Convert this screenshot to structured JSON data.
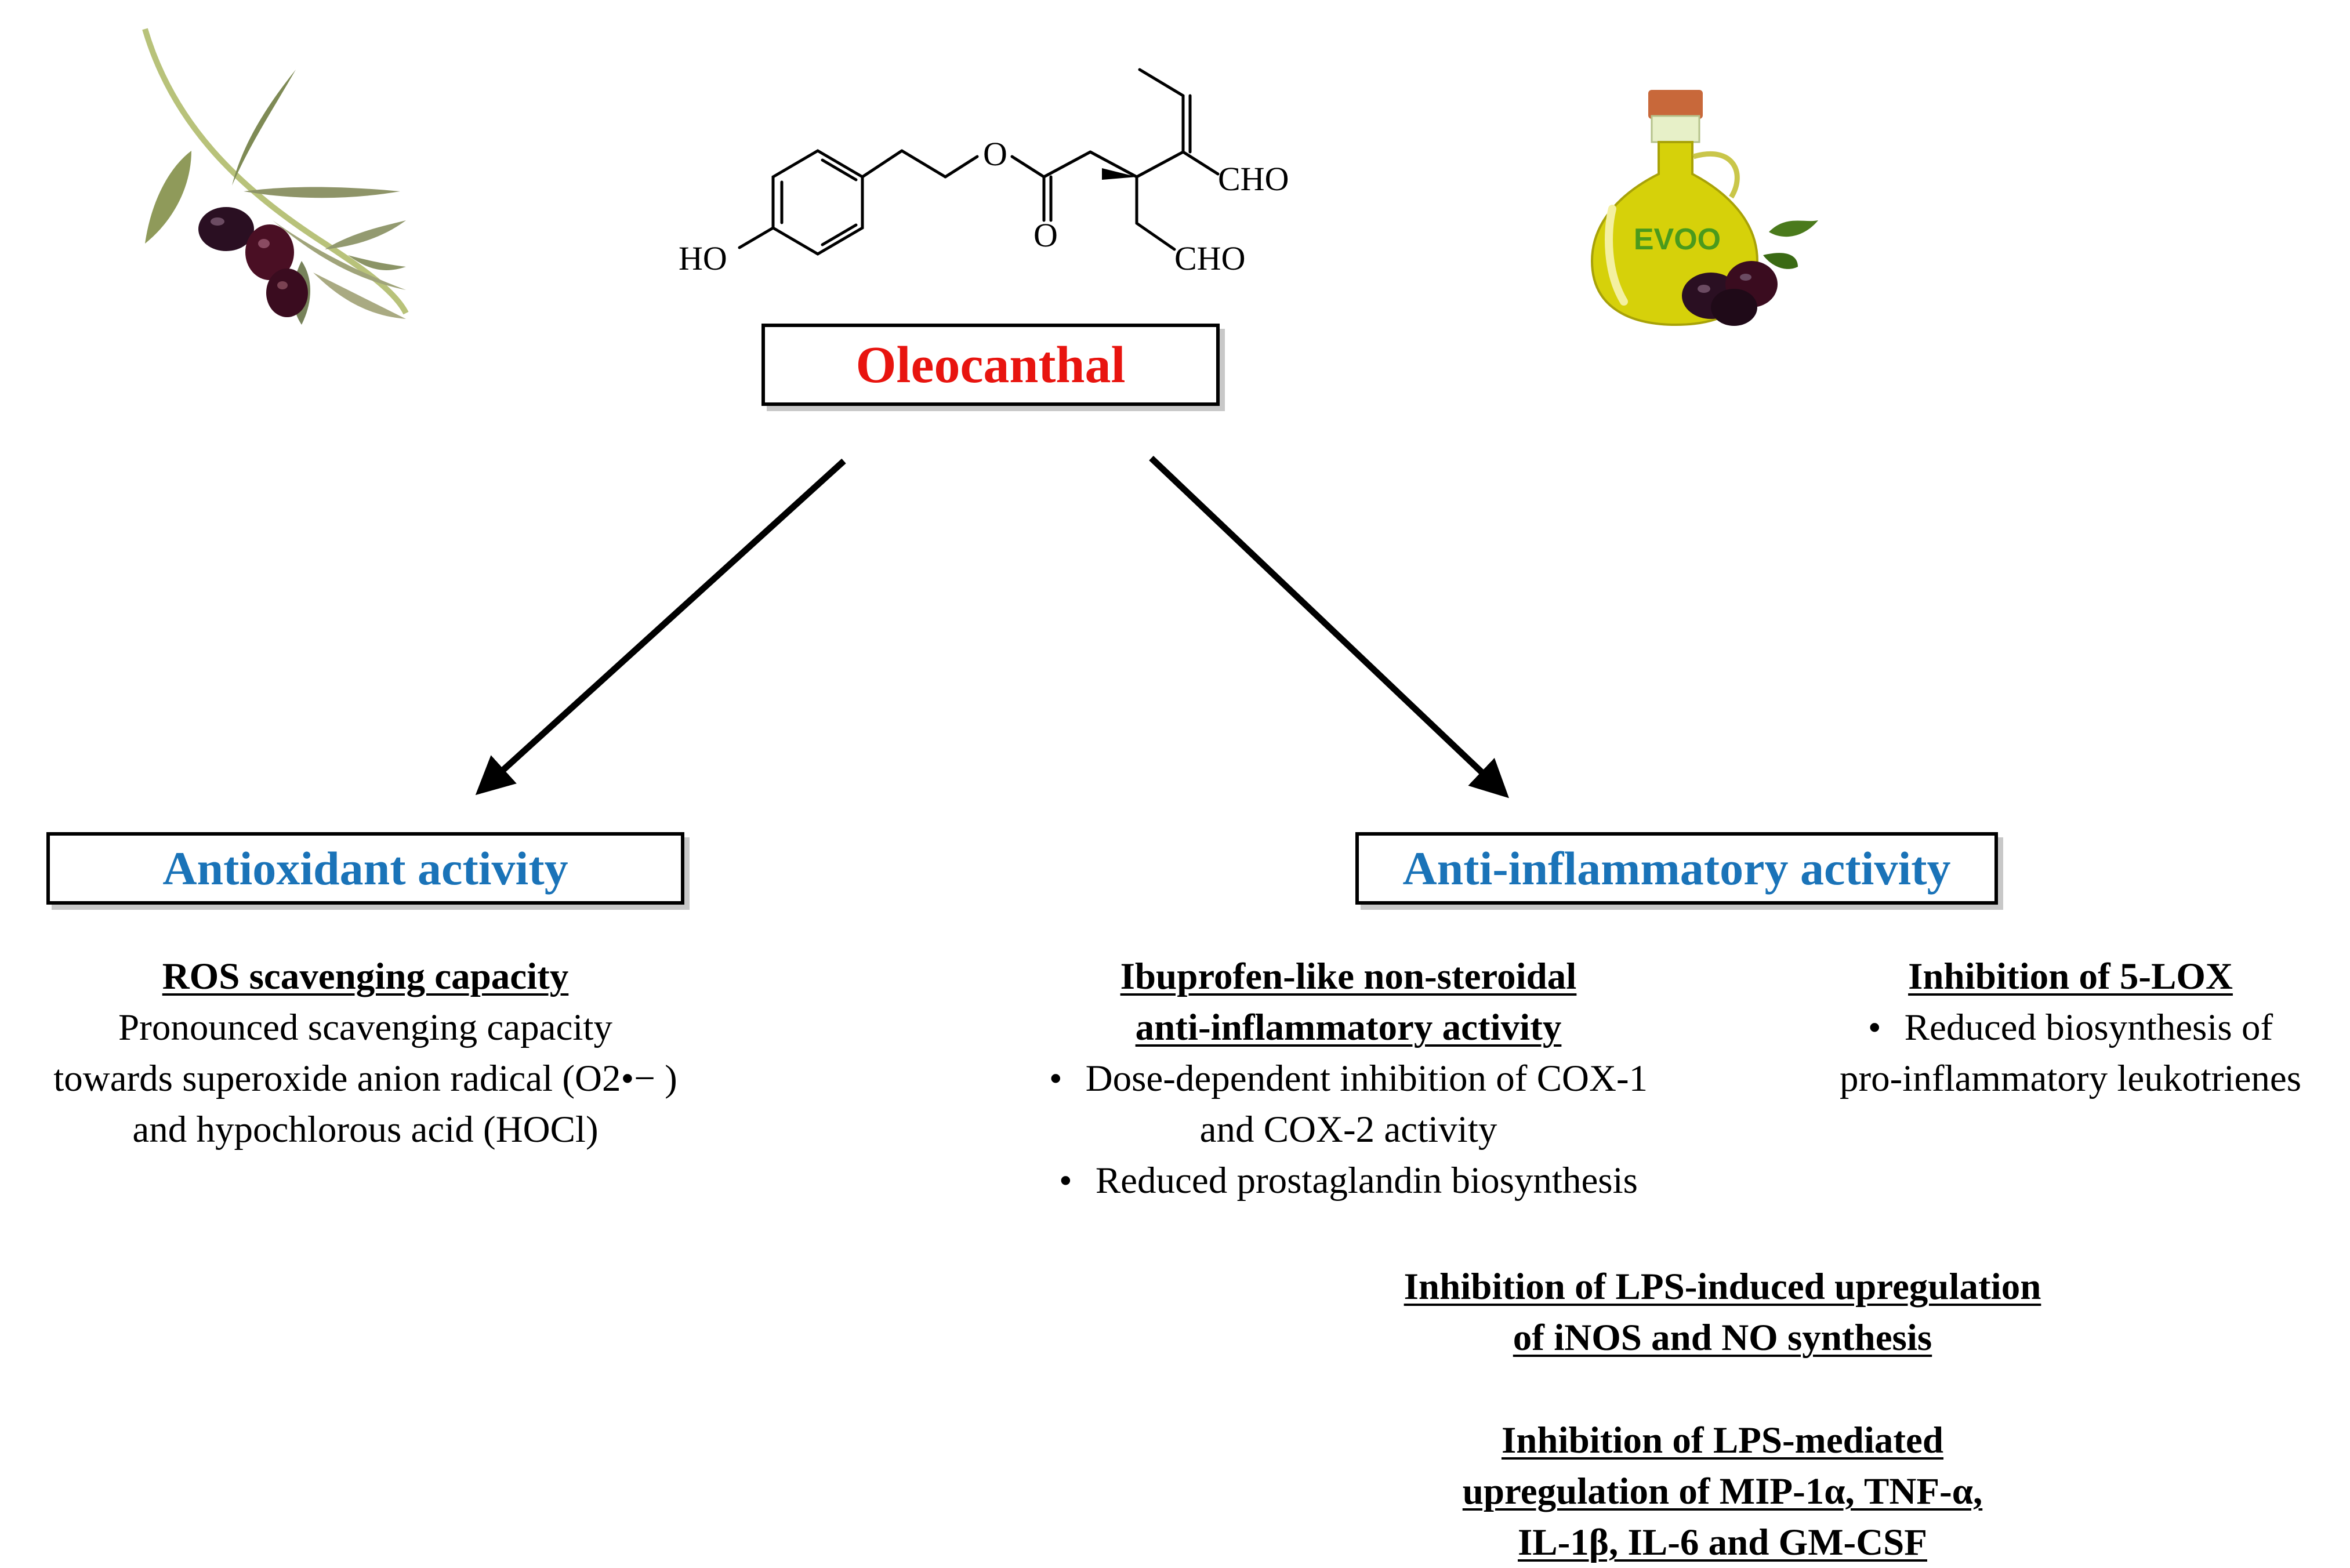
{
  "molecule": {
    "labels": {
      "ho": "HO",
      "o_ester": "O",
      "o_carbonyl": "O",
      "cho_top": "CHO",
      "cho_bottom": "CHO"
    }
  },
  "images": {
    "evoo_label": "EVOO"
  },
  "center": {
    "title": "Oleocanthal"
  },
  "antioxidant": {
    "title": "Antioxidant activity",
    "ros": {
      "heading": "ROS scavenging capacity",
      "lines": [
        "Pronounced scavenging capacity",
        "towards superoxide anion radical (O2•− )",
        "and hypochlorous acid (HOCl)"
      ]
    }
  },
  "anti_inflammatory": {
    "title": "Anti-inflammatory activity",
    "ibuprofen": {
      "heading_lines": [
        "Ibuprofen-like non-steroidal",
        "anti-inflammatory activity"
      ],
      "bullet1_lines": [
        "Dose-dependent inhibition of COX-1",
        "and COX-2 activity"
      ],
      "bullet2": "Reduced prostaglandin biosynthesis"
    },
    "lox": {
      "heading": "Inhibition of 5-LOX",
      "bullet_lines": [
        "Reduced biosynthesis of",
        "pro-inflammatory leukotrienes"
      ]
    },
    "lps_inos": {
      "heading_lines": [
        "Inhibition of LPS-induced upregulation",
        "of iNOS and NO synthesis"
      ]
    },
    "lps_cytokines": {
      "heading_lines": [
        "Inhibition of LPS-mediated",
        "upregulation of MIP-1α, TNF-α,",
        "IL-1β, IL-6 and GM-CSF"
      ]
    }
  },
  "colors": {
    "title_red": "#e8140f",
    "title_blue": "#1a73b8",
    "oil_yellow": "#d6d10a",
    "evoo_green": "#4a9a1c",
    "olive_purple": "#2a0f22"
  }
}
